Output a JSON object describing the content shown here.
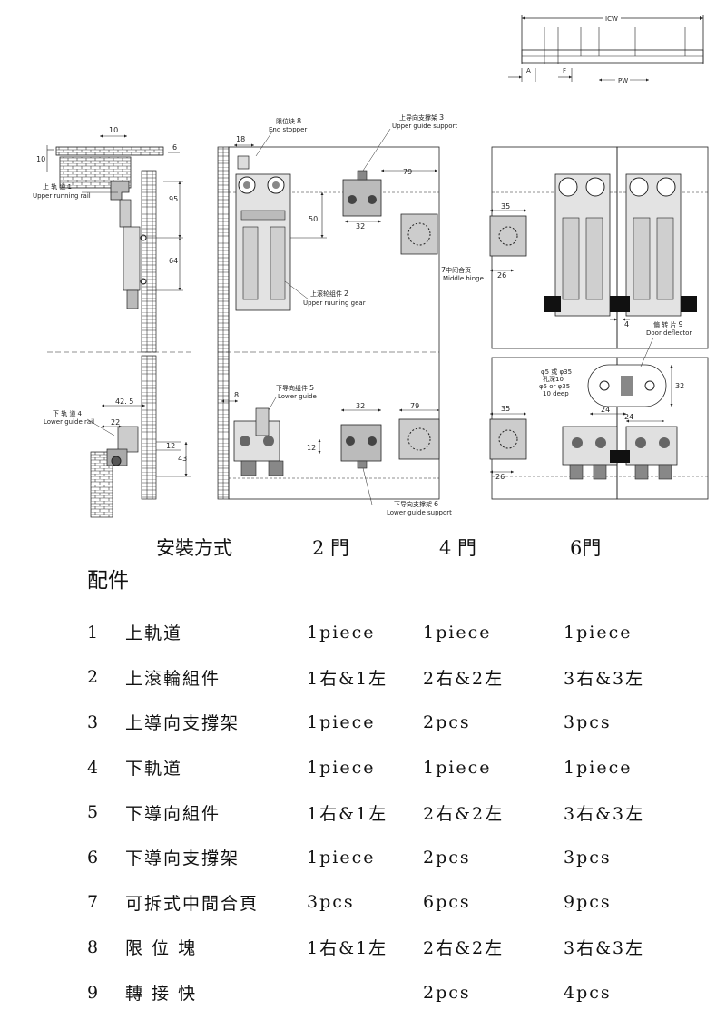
{
  "diagram": {
    "topright": {
      "icw": "ICW",
      "a": "A",
      "f": "F",
      "pw": "PW"
    },
    "left": {
      "upper_rail_cn": "上 轨 道",
      "upper_rail_num": "1",
      "upper_rail_en": "Upper running rail",
      "lower_rail_cn": "下 轨 道",
      "lower_rail_num": "4",
      "lower_rail_en": "Lower guide rail",
      "d10a": "10",
      "d10b": "10",
      "d6": "6",
      "d95": "95",
      "d64": "64",
      "d425": "42. 5",
      "d22": "22",
      "d12": "12",
      "d43": "43"
    },
    "middle": {
      "end_stopper_cn": "限位块",
      "end_stopper_num": "8",
      "end_stopper_en": "End stopper",
      "upper_support_cn": "上导向支撑架",
      "upper_support_num": "3",
      "upper_support_en": "Upper guide support",
      "upper_gear_cn": "上滚轮组件",
      "upper_gear_num": "2",
      "upper_gear_en": "Upper ruuning gear",
      "lower_guide_cn": "下导向组件",
      "lower_guide_num": "5",
      "lower_guide_en": "Lower guide",
      "lower_support_cn": "下导向支撑架",
      "lower_support_num": "6",
      "lower_support_en": "Lower guide support",
      "hinge_cn": "中间合页",
      "hinge_num": "7",
      "hinge_en": "Middle hinge",
      "d18": "18",
      "d79a": "79",
      "d50": "50",
      "d32a": "32",
      "d8": "8",
      "d32b": "32",
      "d79b": "79",
      "d12": "12"
    },
    "right": {
      "deflector_cn": "偏 转 片",
      "deflector_num": "9",
      "deflector_en": "Door deflector",
      "note1": "φ5 或 φ35",
      "note2": "孔深10",
      "note3": "φ5 or φ35",
      "note4": "10 deep",
      "d35a": "35",
      "d26a": "26",
      "d4": "4",
      "d32": "32",
      "d24a": "24",
      "d24b": "24",
      "d35b": "35",
      "d26b": "26"
    }
  },
  "install": {
    "label": "安裝方式",
    "col2": "2 門",
    "col4": "4 門",
    "col6": "6門"
  },
  "parts_title": "配件",
  "parts": [
    {
      "no": "1",
      "name": "上軌道",
      "d2": "1piece",
      "d4": "1piece",
      "d6": "1piece"
    },
    {
      "no": "2",
      "name": "上滾輪組件",
      "d2": "1右&1左",
      "d4": "2右&2左",
      "d6": "3右&3左"
    },
    {
      "no": "3",
      "name": "上導向支撐架",
      "d2": "1piece",
      "d4": "2pcs",
      "d6": "3pcs"
    },
    {
      "no": "4",
      "name": "下軌道",
      "d2": "1piece",
      "d4": "1piece",
      "d6": "1piece"
    },
    {
      "no": "5",
      "name": "下導向組件",
      "d2": "1右&1左",
      "d4": "2右&2左",
      "d6": "3右&3左"
    },
    {
      "no": "6",
      "name": "下導向支撐架",
      "d2": "1piece",
      "d4": "2pcs",
      "d6": "3pcs"
    },
    {
      "no": "7",
      "name": "可拆式中間合頁",
      "d2": "3pcs",
      "d4": "6pcs",
      "d6": "9pcs"
    },
    {
      "no": "8",
      "name": "限 位 塊",
      "d2": "1右&1左",
      "d4": "2右&2左",
      "d6": "3右&3左"
    },
    {
      "no": "9",
      "name": "轉 接 快",
      "d2": "",
      "d4": "2pcs",
      "d6": "4pcs"
    }
  ]
}
